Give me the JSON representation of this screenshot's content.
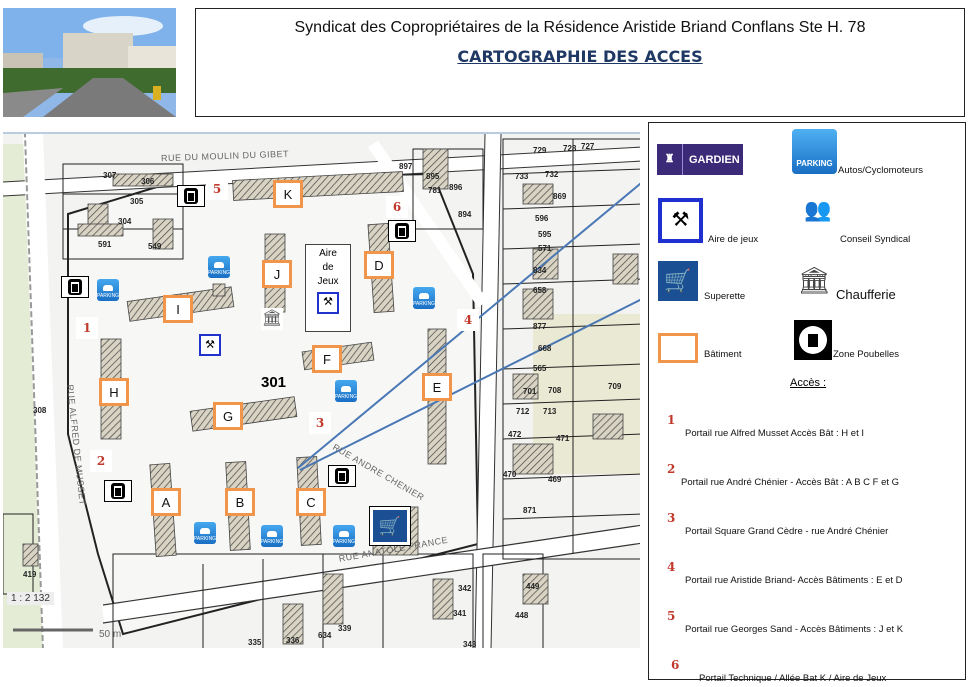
{
  "header": {
    "title": "Syndicat des Copropriétaires de la Résidence Aristide Briand Conflans Ste H. 78",
    "subtitle": "CARTOGRAPHIE DES ACCES"
  },
  "map": {
    "streets": [
      "RUE DU MOULIN DU GIBET",
      "RUE ALFRED DE MUSSET",
      "RUE ANDRE CHENIER",
      "RUE ANATOLE FRANCE"
    ],
    "buildings": [
      "A",
      "B",
      "C",
      "D",
      "E",
      "F",
      "G",
      "H",
      "I",
      "J",
      "K"
    ],
    "access_numbers": [
      "1",
      "2",
      "3",
      "4",
      "5",
      "6"
    ],
    "aire_de_jeux": [
      "Aire",
      "de",
      "Jeux"
    ],
    "main_parcel": "301",
    "parcels": [
      "307",
      "306",
      "305",
      "304",
      "591",
      "549",
      "308",
      "781",
      "896",
      "894",
      "895",
      "897",
      "729",
      "728",
      "727",
      "733",
      "732",
      "869",
      "596",
      "595",
      "571",
      "834",
      "658",
      "877",
      "668",
      "565",
      "709",
      "701",
      "708",
      "712",
      "713",
      "472",
      "471",
      "470",
      "469",
      "871",
      "342",
      "341",
      "343",
      "335",
      "336",
      "634",
      "339",
      "449",
      "448",
      "419"
    ],
    "scale": "1 : 2 132",
    "scale_bar": "50 m"
  },
  "legend": {
    "gardien_badge": "GARDIEN",
    "parking_badge": "PARKING",
    "items": [
      {
        "icon": "parking-icon",
        "label": "Autos/Cyclomoteurs"
      },
      {
        "icon": "playground-icon",
        "label": "Aire de jeux"
      },
      {
        "icon": "council-icon",
        "label": "Conseil Syndical"
      },
      {
        "icon": "cart-icon",
        "label": "Superette"
      },
      {
        "icon": "radiator-icon",
        "label": "Chaufferie"
      },
      {
        "icon": "building-box-icon",
        "label": "Bâtiment"
      },
      {
        "icon": "trash-icon",
        "label": "Zone Poubelles"
      }
    ],
    "access_title": "Accès :",
    "access": [
      {
        "n": "1",
        "text": "Portail rue Alfred Musset Accès Bât : H et I"
      },
      {
        "n": "2",
        "text": "Portail rue André Chénier - Accès Bât : A B C F et G"
      },
      {
        "n": "3",
        "text": "Portail Square Grand Cèdre - rue André Chénier"
      },
      {
        "n": "4",
        "text": "Portail rue Aristide Briand- Accès Bâtiments : E et D"
      },
      {
        "n": "5",
        "text": "Portail rue Georges Sand - Accès Bâtiments : J et K"
      },
      {
        "n": "6",
        "text": "Portail Technique / Allée Bat K / Aire de Jeux"
      }
    ]
  },
  "colors": {
    "building_border": "#f0954a",
    "access_number": "#c0392b",
    "parking": "#1a6fc4",
    "subtitle": "#1f3864",
    "arrow": "#4a78b5"
  }
}
